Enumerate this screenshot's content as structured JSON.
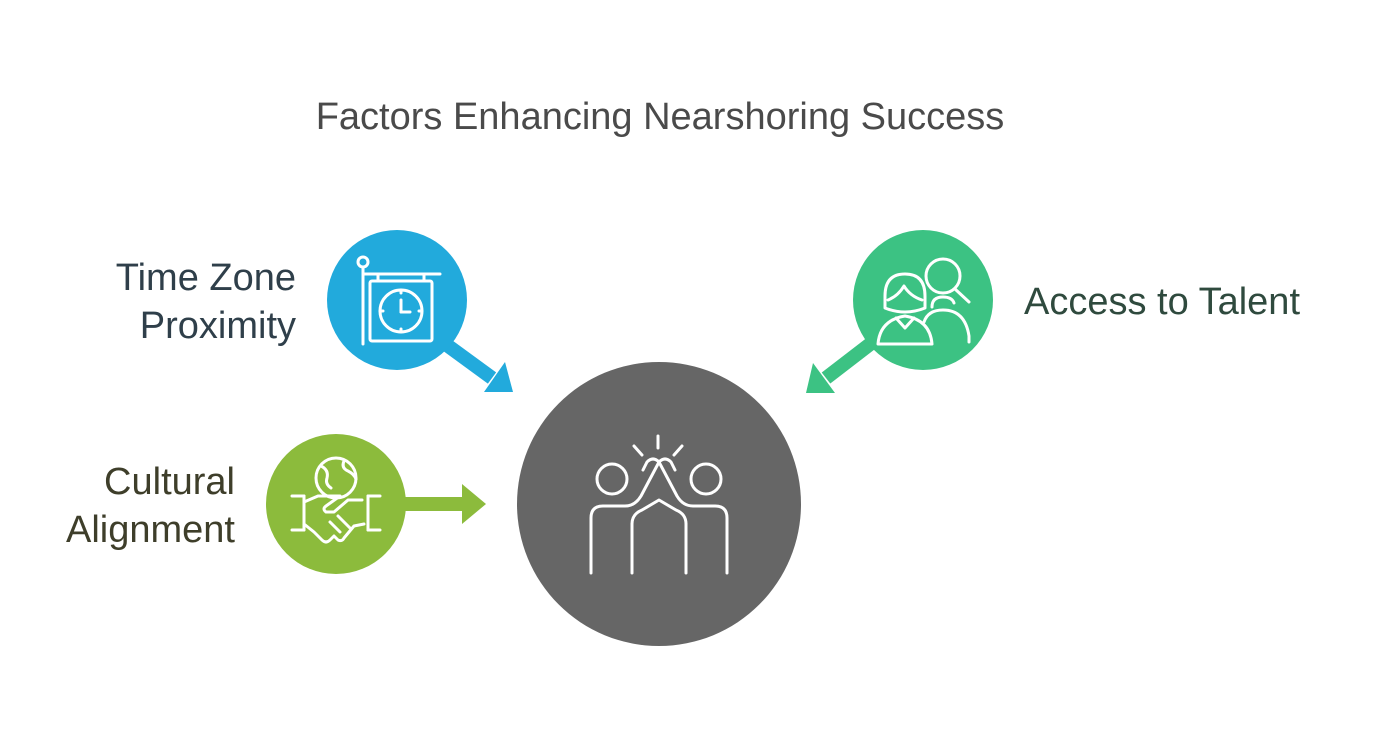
{
  "title": "Factors Enhancing Nearshoring Success",
  "factors": {
    "time_zone": {
      "label_line1": "Time Zone",
      "label_line2": "Proximity",
      "color": "#22aadc",
      "icon": "clock-sign-icon"
    },
    "cultural": {
      "label_line1": "Cultural",
      "label_line2": "Alignment",
      "color": "#8cbb3c",
      "icon": "globe-handshake-icon"
    },
    "talent": {
      "label": "Access to Talent",
      "color": "#3cc283",
      "icon": "people-search-icon"
    }
  },
  "center": {
    "color": "#666666",
    "icon": "high-five-icon"
  }
}
